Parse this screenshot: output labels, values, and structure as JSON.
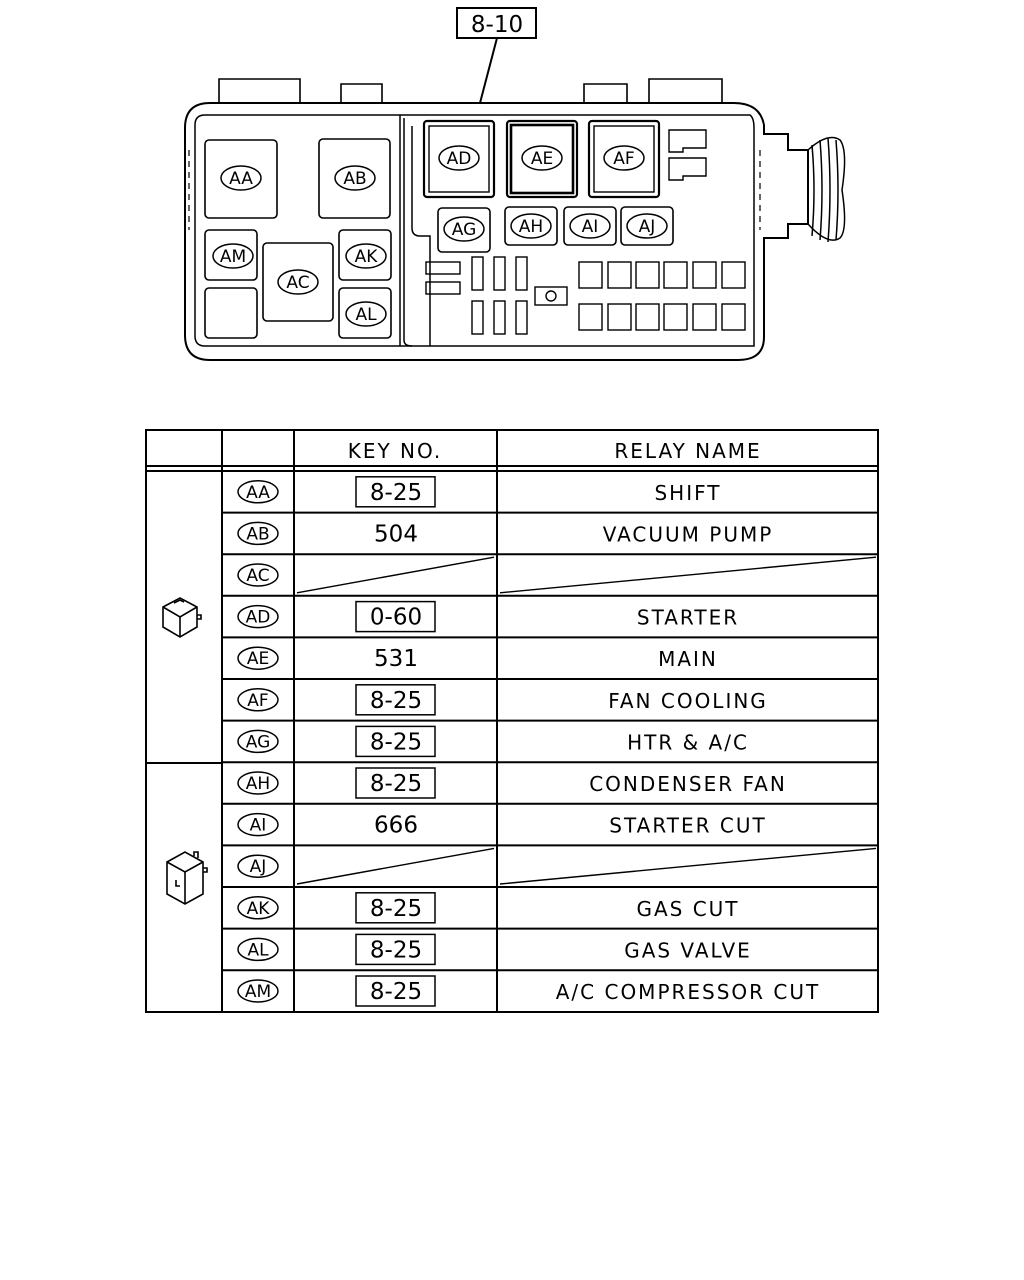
{
  "callout": "8-10",
  "box_labels": {
    "AA": "AA",
    "AB": "AB",
    "AC": "AC",
    "AD": "AD",
    "AE": "AE",
    "AF": "AF",
    "AG": "AG",
    "AH": "AH",
    "AI": "AI",
    "AJ": "AJ",
    "AK": "AK",
    "AL": "AL",
    "AM": "AM"
  },
  "table": {
    "header_key": "KEY NO.",
    "header_name": "RELAY NAME",
    "group_icons": [
      "relay-type-1-icon",
      "relay-type-2-icon"
    ],
    "rows": [
      {
        "code": "AA",
        "key": "8-25",
        "boxed": true,
        "name": "SHIFT"
      },
      {
        "code": "AB",
        "key": "504",
        "boxed": false,
        "name": "VACUUM PUMP"
      },
      {
        "code": "AC",
        "key": "",
        "boxed": false,
        "name": ""
      },
      {
        "code": "AD",
        "key": "0-60",
        "boxed": true,
        "name": "STARTER"
      },
      {
        "code": "AE",
        "key": "531",
        "boxed": false,
        "name": "MAIN"
      },
      {
        "code": "AF",
        "key": "8-25",
        "boxed": true,
        "name": "FAN COOLING"
      },
      {
        "code": "AG",
        "key": "8-25",
        "boxed": true,
        "name": "HTR & A/C"
      },
      {
        "code": "AH",
        "key": "8-25",
        "boxed": true,
        "name": "CONDENSER FAN"
      },
      {
        "code": "AI",
        "key": "666",
        "boxed": false,
        "name": "STARTER CUT"
      },
      {
        "code": "AJ",
        "key": "",
        "boxed": false,
        "name": ""
      },
      {
        "code": "AK",
        "key": "8-25",
        "boxed": true,
        "name": "GAS CUT"
      },
      {
        "code": "AL",
        "key": "8-25",
        "boxed": true,
        "name": "GAS VALVE"
      },
      {
        "code": "AM",
        "key": "8-25",
        "boxed": true,
        "name": "A/C COMPRESSOR CUT"
      }
    ]
  }
}
